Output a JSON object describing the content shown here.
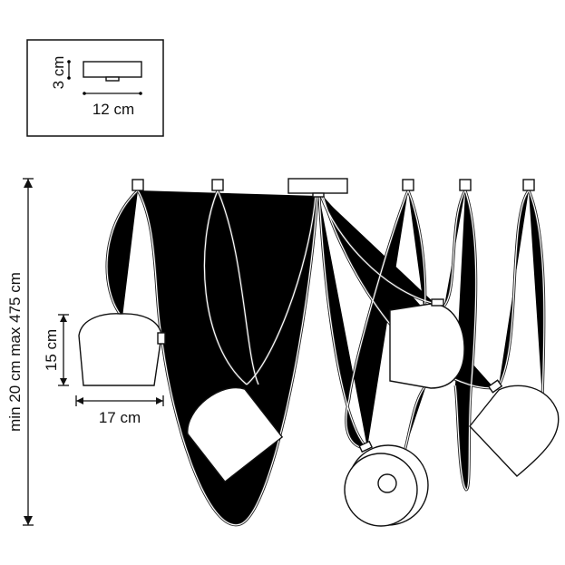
{
  "inset": {
    "height_label": "3 cm",
    "width_label": "12 cm"
  },
  "shade": {
    "height_label": "15 cm",
    "width_label": "17 cm"
  },
  "cable_length_label": "min 20 cm max 475 cm"
}
